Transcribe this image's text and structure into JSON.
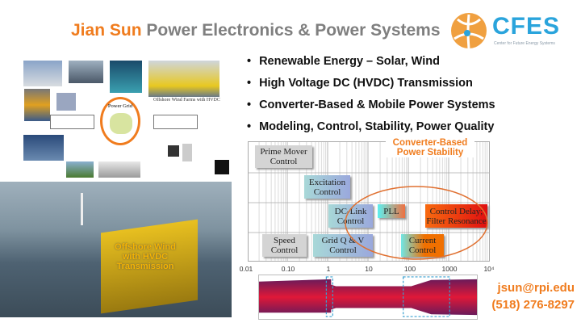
{
  "title": {
    "name": "Jian Sun",
    "subtitle": "Power Electronics & Power Systems"
  },
  "logo": {
    "text": "CFES",
    "tagline": "Center for Future Energy Systems",
    "colors": {
      "orange": "#f0a040",
      "blue": "#2aa4dc"
    }
  },
  "bullets": [
    "Renewable Energy – Solar, Wind",
    "High Voltage DC (HVDC) Transmission",
    "Converter-Based & Mobile Power Systems",
    "Modeling, Control, Stability, Power Quality"
  ],
  "collage": {
    "center_label": "Power Grid",
    "offshore_caption": "Offshore Wind Farms with HVDC"
  },
  "photo": {
    "caption": "Offshore Wind with HVDC Transmission"
  },
  "diagram": {
    "title": "Converter-Based Power Stability",
    "blocks": [
      "Prime Mover Control",
      "Excitation Control",
      "DC-Link Control",
      "PLL",
      "Control Delay; Filter Resonance",
      "Speed Control",
      "Grid Q & V Control",
      "Current Control"
    ],
    "x_ticks": [
      "0.01",
      "0.10",
      "1",
      "10",
      "100",
      "1000",
      "10⁴"
    ]
  },
  "contact": {
    "email": "jsun@rpi.edu",
    "phone": "(518) 276-8297"
  },
  "accent": "#f07c1e"
}
